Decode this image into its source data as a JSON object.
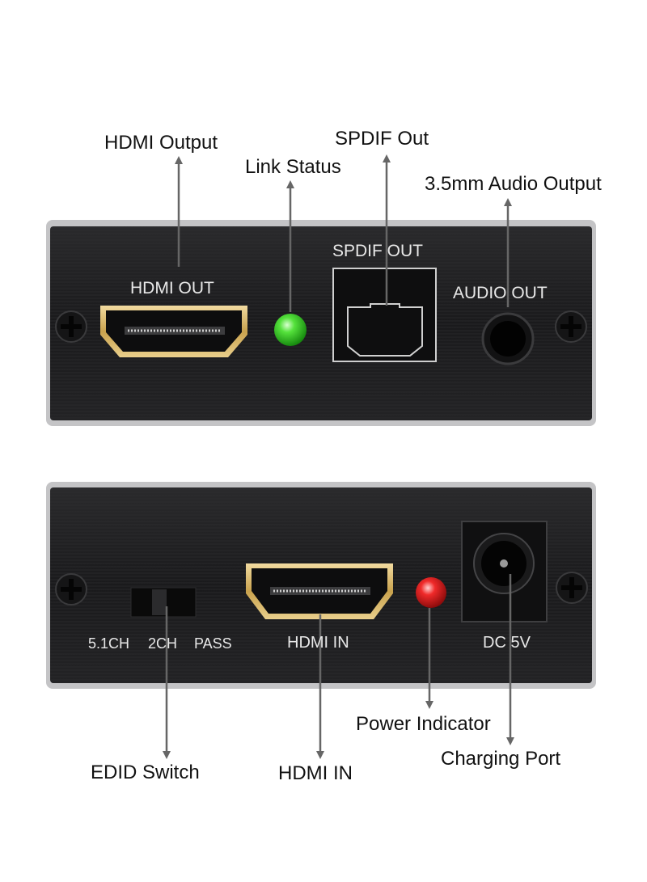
{
  "callouts": {
    "hdmi_output": "HDMI Output",
    "link_status": "Link Status",
    "spdif_out": "SPDIF Out",
    "audio_output_35mm": "3.5mm Audio Output",
    "edid_switch": "EDID Switch",
    "hdmi_in": "HDMI IN",
    "power_indicator": "Power Indicator",
    "charging_port": "Charging Port"
  },
  "top_panel": {
    "hdmi_out_label": "HDMI OUT",
    "spdif_out_label": "SPDIF OUT",
    "audio_out_label": "AUDIO OUT"
  },
  "bottom_panel": {
    "switch_labels": [
      "5.1CH",
      "2CH",
      "PASS"
    ],
    "hdmi_in_label": "HDMI IN",
    "dc_label": "DC 5V"
  },
  "colors": {
    "body": "#1c1c1e",
    "frame": "#b9b9bb",
    "link_led": "#3bd12b",
    "power_led": "#e21c1c",
    "hdmi_gold": "#d5b46a"
  }
}
